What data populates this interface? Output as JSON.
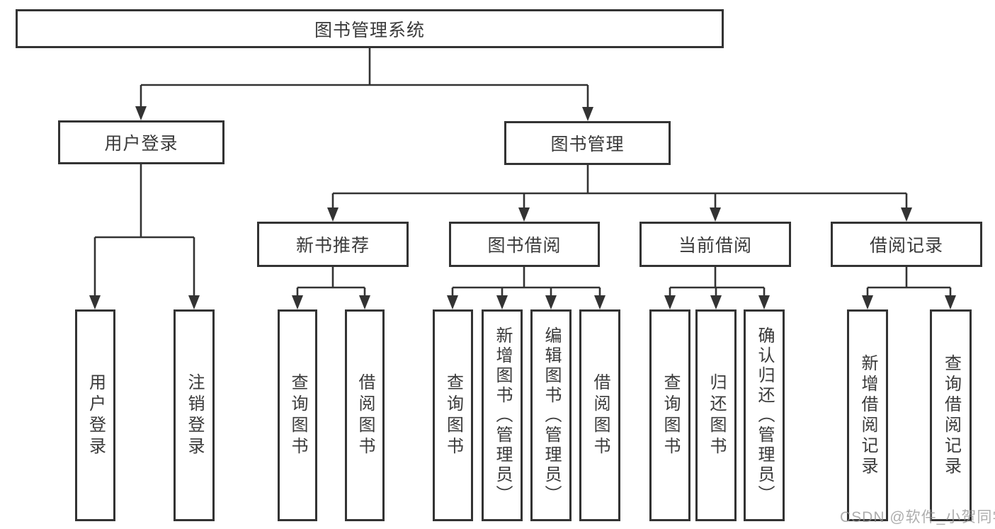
{
  "tree": {
    "root": "图书管理系统",
    "level2": [
      {
        "label": "用户登录",
        "children": [
          "用户登录",
          "注销登录"
        ]
      },
      {
        "label": "图书管理"
      }
    ],
    "level3": [
      {
        "label": "新书推荐",
        "children": [
          "查询图书",
          "借阅图书"
        ]
      },
      {
        "label": "图书借阅",
        "children": [
          "查询图书",
          "新增图书（管理员）",
          "编辑图书（管理员）",
          "借阅图书"
        ]
      },
      {
        "label": "当前借阅",
        "children": [
          "查询图书",
          "归还图书",
          "确认归还（管理员）"
        ]
      },
      {
        "label": "借阅记录",
        "children": [
          "新增借阅记录",
          "查询借阅记录"
        ]
      }
    ]
  },
  "watermark": {
    "text": "CSDN @软件_小贺同学"
  },
  "colors": {
    "line": "#333333",
    "text": "#3a3a3a",
    "background": "#ffffff",
    "watermark": "#919191"
  }
}
